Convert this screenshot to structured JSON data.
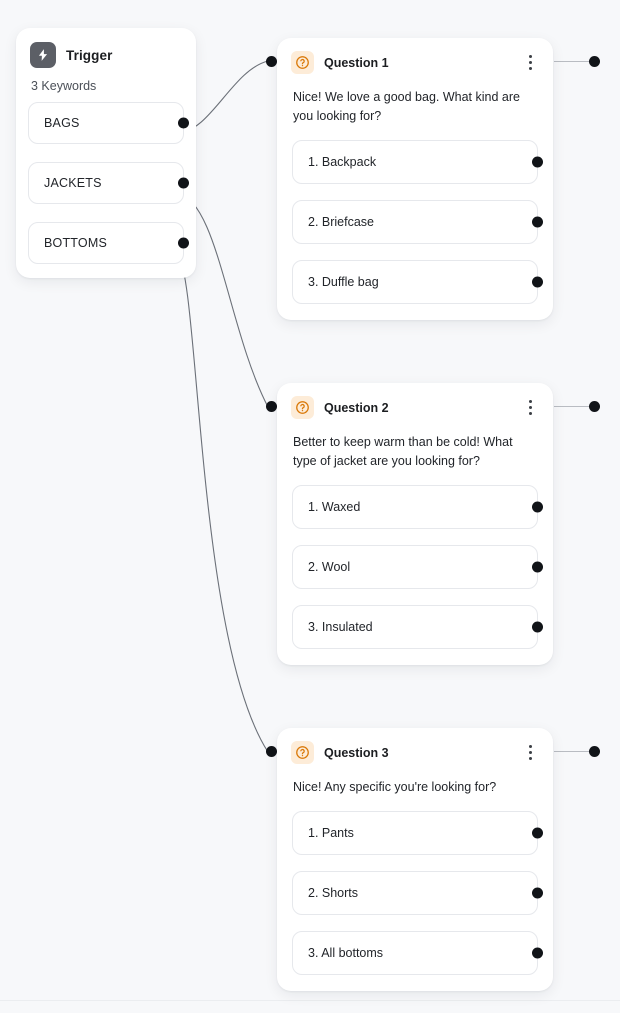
{
  "canvas": {
    "background_color": "#f7f8fa",
    "accent_color": "#d97706",
    "accent_badge_bg": "#fdecd8",
    "dot_color": "#111418",
    "edge_color": "#6b7078"
  },
  "trigger": {
    "icon": "lightning-bolt-icon",
    "title": "Trigger",
    "subtitle": "3 Keywords",
    "keywords": [
      {
        "label": "BAGS"
      },
      {
        "label": "JACKETS"
      },
      {
        "label": "BOTTOMS"
      }
    ]
  },
  "questions": [
    {
      "icon": "circle-question-icon",
      "title": "Question 1",
      "menu_icon": "kebab-menu-icon",
      "prompt": "Nice! We love a good bag. What kind are you looking for?",
      "options": [
        {
          "label": "1. Backpack"
        },
        {
          "label": "2. Briefcase"
        },
        {
          "label": "3. Duffle bag"
        }
      ]
    },
    {
      "icon": "circle-question-icon",
      "title": "Question 2",
      "menu_icon": "kebab-menu-icon",
      "prompt": "Better to keep warm than be cold! What type of jacket are you looking for?",
      "options": [
        {
          "label": "1. Waxed"
        },
        {
          "label": "2. Wool"
        },
        {
          "label": "3. Insulated"
        }
      ]
    },
    {
      "icon": "circle-question-icon",
      "title": "Question 3",
      "menu_icon": "kebab-menu-icon",
      "prompt": "Nice! Any specific you're looking for?",
      "options": [
        {
          "label": "1. Pants"
        },
        {
          "label": "2. Shorts"
        },
        {
          "label": "3. All bottoms"
        }
      ]
    }
  ]
}
